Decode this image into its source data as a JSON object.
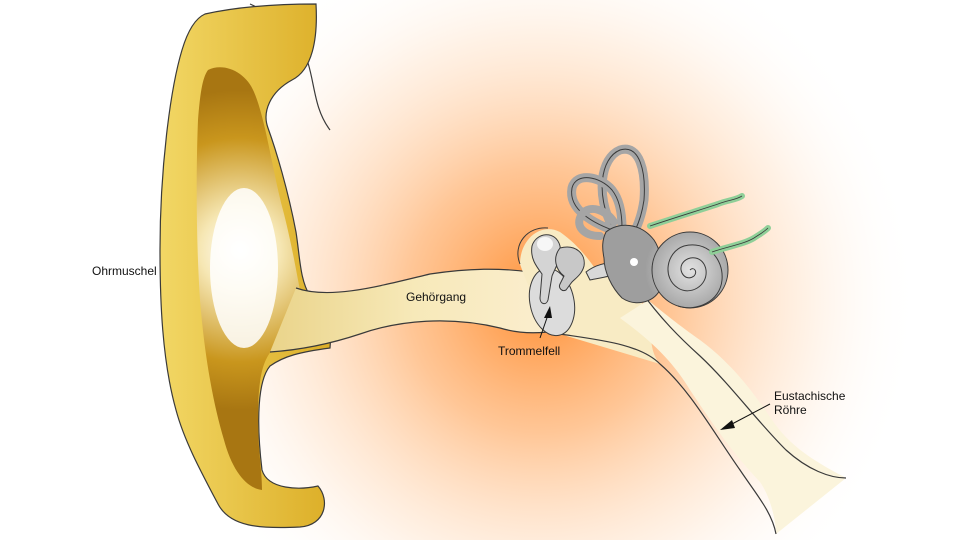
{
  "labels": {
    "pinna": "Ohrmuschel",
    "ear_canal": "Gehörgang",
    "eardrum": "Trommelfell",
    "eustachian_line1": "Eustachische",
    "eustachian_line2": "Röhre"
  },
  "colors": {
    "background": "#ffffff",
    "glow": "#ff8a2a",
    "pinna_gold": "#e7c23c",
    "pinna_inner": "#b7820f",
    "canal_cream": "#f3e2a8",
    "ossicle_gray": "#bdbdbd",
    "nerve_green": "#8fcf98",
    "outline": "#3a3a3a"
  }
}
